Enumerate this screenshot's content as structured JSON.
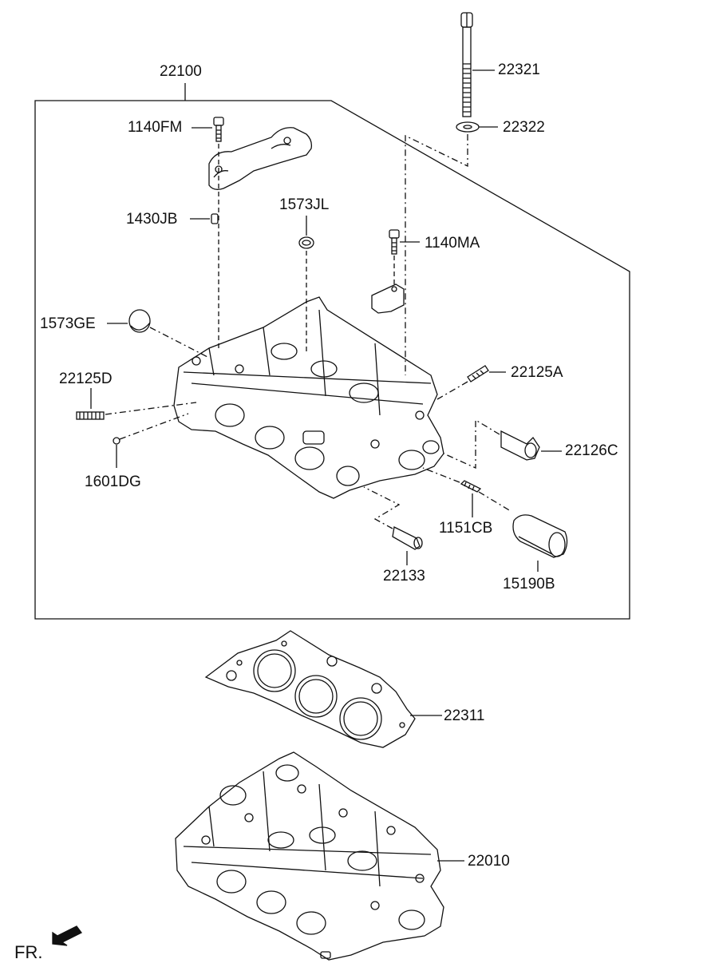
{
  "labels": {
    "assembly": "22100",
    "bolt_22321": "22321",
    "washer_22322": "22322",
    "bolt_1140FM": "1140FM",
    "pin_1430JB": "1430JB",
    "seal_1573JL": "1573JL",
    "bolt_1140MA": "1140MA",
    "plug_1573GE": "1573GE",
    "stud_22125D": "22125D",
    "stud_22125A": "22125A",
    "sleeve_22126C": "22126C",
    "ball_1601DG": "1601DG",
    "stud_1151CB": "1151CB",
    "pin_22133": "22133",
    "cap_15190B": "15190B",
    "gasket_22311": "22311",
    "head_22010": "22010",
    "front_marker": "FR."
  }
}
